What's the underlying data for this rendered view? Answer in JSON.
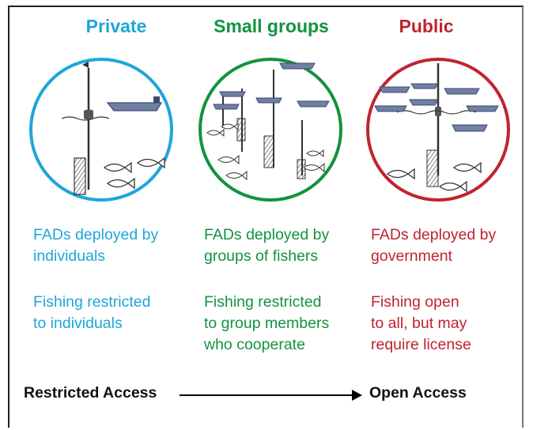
{
  "colors": {
    "private": "#1ea6d9",
    "small_groups": "#12933e",
    "public": "#c0232f",
    "boat": "#6f7fa6",
    "boat_dark": "#3d4a6b",
    "pole": "#333333"
  },
  "columns": [
    {
      "title": "Private",
      "deployment": [
        "FADs deployed by",
        "individuals"
      ],
      "fishing": [
        "Fishing restricted",
        "to individuals"
      ],
      "illustration": {
        "fads": 1,
        "boats": 1,
        "fish": 3
      }
    },
    {
      "title": "Small groups",
      "deployment": [
        "FADs deployed by",
        "groups of fishers"
      ],
      "fishing": [
        "Fishing restricted",
        "to group members",
        "who cooperate"
      ],
      "illustration": {
        "fads": 4,
        "boats": 5,
        "fish": 6
      }
    },
    {
      "title": "Public",
      "deployment": [
        "FADs deployed by",
        "government"
      ],
      "fishing": [
        "Fishing open",
        "to all, but may",
        "require license"
      ],
      "illustration": {
        "fads": 1,
        "boats": 7,
        "fish": 3
      }
    }
  ],
  "footer": {
    "left": "Restricted Access",
    "right": "Open Access"
  }
}
